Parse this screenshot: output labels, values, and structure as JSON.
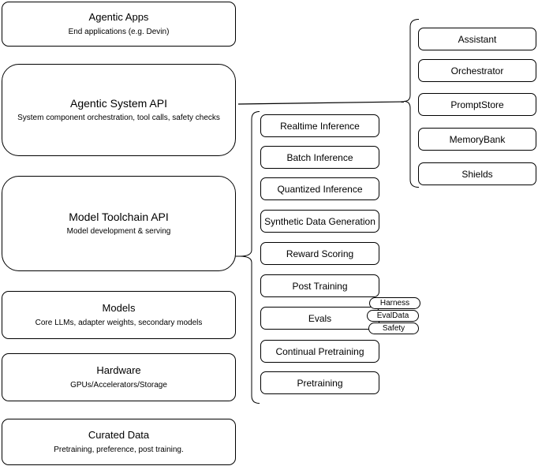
{
  "diagram": {
    "colors": {
      "background": "#ffffff",
      "stroke": "#000000",
      "fill": "#ffffff"
    },
    "left_stack": [
      {
        "title": "Agentic Apps",
        "subtitle": "End applications (e.g. Devin)"
      },
      {
        "title": "Agentic System API",
        "subtitle": "System component orchestration, tool calls, safety checks"
      },
      {
        "title": "Model Toolchain API",
        "subtitle": "Model development & serving"
      },
      {
        "title": "Models",
        "subtitle": "Core LLMs, adapter weights, secondary models"
      },
      {
        "title": "Hardware",
        "subtitle": "GPUs/Accelerators/Storage"
      },
      {
        "title": "Curated Data",
        "subtitle": "Pretraining, preference, post training."
      }
    ],
    "toolchain_items": [
      {
        "label": "Realtime Inference"
      },
      {
        "label": "Batch Inference"
      },
      {
        "label": "Quantized Inference"
      },
      {
        "label": "Synthetic Data Generation"
      },
      {
        "label": "Reward Scoring"
      },
      {
        "label": "Post Training"
      },
      {
        "label": "Evals"
      },
      {
        "label": "Continual Pretraining"
      },
      {
        "label": "Pretraining"
      }
    ],
    "eval_tags": [
      {
        "label": "Harness"
      },
      {
        "label": "EvalData"
      },
      {
        "label": "Safety"
      }
    ],
    "system_components": [
      {
        "label": "Assistant"
      },
      {
        "label": "Orchestrator"
      },
      {
        "label": "PromptStore"
      },
      {
        "label": "MemoryBank"
      },
      {
        "label": "Shields"
      }
    ]
  }
}
